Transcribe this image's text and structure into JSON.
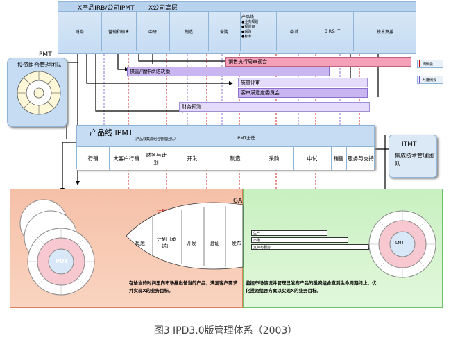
{
  "top": {
    "title": "X产品IRB/公司IPMT",
    "title2": "X公司高层",
    "depts": [
      "财务",
      "营销和销售",
      "中研",
      "制造",
      "采购",
      "产品线",
      "中试",
      "B R& IT",
      "技术支援"
    ],
    "product_line_items": [
      "●业务规划",
      "●规划审",
      "●采购",
      "●标准"
    ]
  },
  "legend": {
    "red": "周例会",
    "purple": "月度例会"
  },
  "bars": {
    "sales_review": "销售执行周审视会",
    "supply": "供需/播件承诺决策",
    "quality": "质量评审",
    "customer": "客户满意度委员会",
    "finance": "财务预测"
  },
  "pmt": {
    "abbr": "PMT",
    "name": "投资组合管理团队"
  },
  "ipmt": {
    "title": "产品线 IPMT",
    "subtitle": "（产品线集成组合管理团队）",
    "chair": "IPMT主任",
    "depts": [
      "行销",
      "大客户行销",
      "财务与计划",
      "开发",
      "制造",
      "采购",
      "中试",
      "销售",
      "服务与支持"
    ]
  },
  "itmt": {
    "abbr": "ITMT",
    "name": "集成技术管理团队"
  },
  "pdt": {
    "label": "PDT"
  },
  "right_wheel": {
    "label": "LMT"
  },
  "process": {
    "ga": "GA",
    "dcp": "计划（承诺）DCP",
    "phases": [
      "概念",
      "计划（承诺）",
      "开发",
      "验证",
      "发布"
    ],
    "lifecycle": [
      "生产",
      "市场",
      "支持与服务"
    ]
  },
  "notes": {
    "left": "在恰当的时间里向市场推出恰当的产品，满足客户需求并实现X的业务目标。",
    "right": "监控市场情况并管理已发布产品的投资组合直到生命周期终止，优化投资组合方案以实现X的业务目标。"
  },
  "caption": "图3 IPD3.0版管理体系（2003）"
}
